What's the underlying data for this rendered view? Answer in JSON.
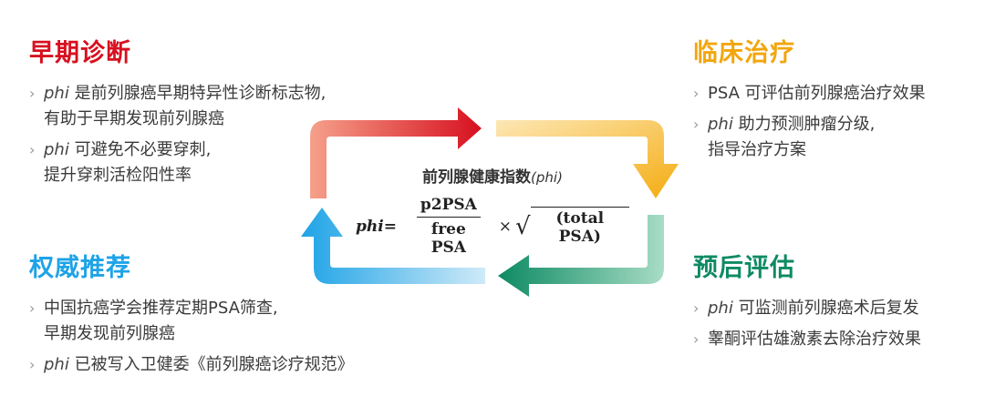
{
  "quadrants": {
    "early_diagnosis": {
      "title": "早期诊断",
      "items": [
        {
          "em": "phi",
          "lines": [
            " 是前列腺癌早期特异性诊断标志物,",
            "有助于早期发现前列腺癌"
          ]
        },
        {
          "em": "phi",
          "lines": [
            " 可避免不必要穿刺,",
            "提升穿刺活检阳性率"
          ]
        }
      ]
    },
    "clinical_treatment": {
      "title": "临床治疗",
      "items": [
        {
          "em": "",
          "lines": [
            "PSA 可评估前列腺癌治疗效果"
          ]
        },
        {
          "em": "phi",
          "lines": [
            " 助力预测肿瘤分级,",
            "指导治疗方案"
          ]
        }
      ]
    },
    "authority": {
      "title": "权威推荐",
      "items": [
        {
          "em": "",
          "lines": [
            "中国抗癌学会推荐定期PSA筛查,",
            "早期发现前列腺癌"
          ]
        },
        {
          "em": "phi",
          "lines": [
            " 已被写入卫健委《前列腺癌诊疗规范》"
          ]
        }
      ]
    },
    "prognosis": {
      "title": "预后评估",
      "items": [
        {
          "em": "phi",
          "lines": [
            " 可监测前列腺癌术后复发"
          ]
        },
        {
          "em": "",
          "lines": [
            "睾酮评估雄激素去除治疗效果"
          ]
        }
      ]
    }
  },
  "bullet_glyph": "›",
  "center": {
    "title": "前列腺健康指数",
    "title_em": "(phi)",
    "formula": {
      "lhs": "phi=",
      "numerator": "p2PSA",
      "denominator": "free PSA",
      "times": "×",
      "sqrt_sign": "√",
      "sqrt_content": "(total PSA)"
    }
  },
  "colors": {
    "red": "#d7101f",
    "orange": "#f2a60d",
    "blue": "#1ea3e6",
    "green": "#0d8a63"
  }
}
